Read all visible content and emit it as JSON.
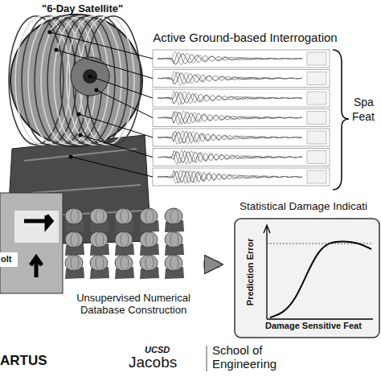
{
  "diagram": {
    "nodes": [
      {
        "text": [
          "Active Ground-based Interrogation"
        ]
      },
      {
        "text": [
          "Unsupervised Numerical Database Construction"
        ]
      },
      {
        "text": [
          "Statistical Damage Indicati",
          "Prediction Error",
          "Damage Sensitive Feat"
        ]
      }
    ],
    "edges": [
      {
        "from": 1,
        "to": 2,
        "arrow": "to"
      }
    ],
    "labels": [
      "\"6-Day Satellite\"",
      "Spa",
      "Feat",
      "olt",
      "ARTUS",
      "UCSD",
      "Jacobs",
      "School of Engineering"
    ]
  }
}
